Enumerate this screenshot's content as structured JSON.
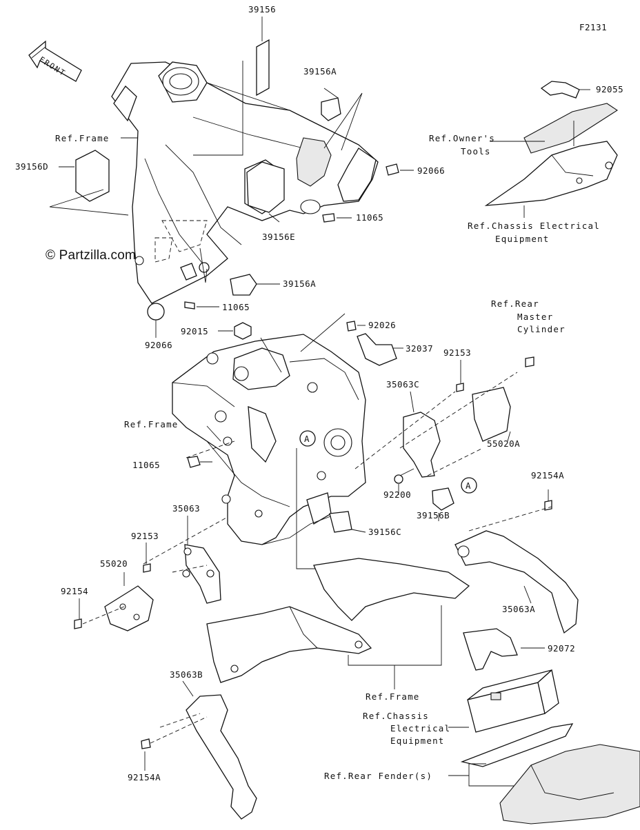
{
  "figure_id": "F2131",
  "front_label": "FRONT",
  "watermark": "© Partzilla.com",
  "callout_marker": "A",
  "parts": {
    "p39156": "39156",
    "p39156A_top": "39156A",
    "p92055": "92055",
    "p39156D": "39156D",
    "p92066_r": "92066",
    "p11065_mid": "11065",
    "p39156E": "39156E",
    "p39156A_low": "39156A",
    "p11065_low": "11065",
    "p92066_l": "92066",
    "p92015": "92015",
    "p92026": "92026",
    "p32037": "32037",
    "p92153_r": "92153",
    "p35063C": "35063C",
    "p55020A": "55020A",
    "p11065_side": "11065",
    "p92200": "92200",
    "p39156B": "39156B",
    "p92154A_r": "92154A",
    "p35063": "35063",
    "p92153_l": "92153",
    "p55020": "55020",
    "p39156C": "39156C",
    "p92154": "92154",
    "p35063A": "35063A",
    "p92072": "92072",
    "p35063B": "35063B",
    "p92154A_l": "92154A"
  },
  "refs": {
    "frame_top": "Ref.Frame",
    "owners_tools_1": "Ref.Owner's",
    "owners_tools_2": "Tools",
    "chassis_top_1": "Ref.Chassis Electrical",
    "chassis_top_2": "Equipment",
    "rear_master_1": "Ref.Rear",
    "rear_master_2": "Master",
    "rear_master_3": "Cylinder",
    "frame_mid": "Ref.Frame",
    "frame_low": "Ref.Frame",
    "chassis_low_1": "Ref.Chassis",
    "chassis_low_2": "Electrical",
    "chassis_low_3": "Equipment",
    "rear_fender": "Ref.Rear Fender(s)"
  }
}
